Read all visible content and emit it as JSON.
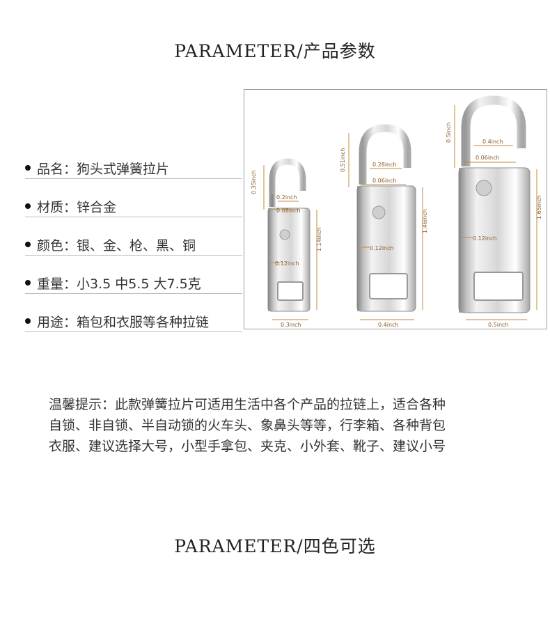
{
  "heading_top": "PARAMETER/产品参数",
  "specs": [
    {
      "label": "品名",
      "value": "狗头式弹簧拉片"
    },
    {
      "label": "材质",
      "value": "锌合金"
    },
    {
      "label": "颜色",
      "value": "银、金、枪、黑、铜"
    },
    {
      "label": "重量",
      "value": "小3.5 中5.5 大7.5克"
    },
    {
      "label": "用途",
      "value": "箱包和衣服等各种拉链"
    }
  ],
  "figure": {
    "small": {
      "top": "0.35inch",
      "inner": "0.2inch",
      "gap": "0.08inch",
      "side": "0.12inch",
      "height": "1.14inch",
      "width": "0.3inch"
    },
    "medium": {
      "top": "0.51inch",
      "inner": "0.28inch",
      "gap": "0.06inch",
      "side": "0.12inch",
      "height": "1.46inch",
      "width": "0.4inch"
    },
    "large": {
      "top": "0.5inch",
      "inner": "0.4inch",
      "gap": "0.06inch",
      "side": "0.12inch",
      "height": "1.65inch",
      "width": "0.5inch"
    },
    "dim_color": "#c8873a"
  },
  "note_lines": [
    "温馨提示：此款弹簧拉片可适用生活中各个产品的拉链上，适合各种",
    "自锁、非自锁、半自动锁的火车头、象鼻头等等，行李箱、各种背包",
    "衣服、建议选择大号，小型手拿包、夹克、小外套、靴子、建议小号"
  ],
  "heading_bottom": "PARAMETER/四色可选"
}
